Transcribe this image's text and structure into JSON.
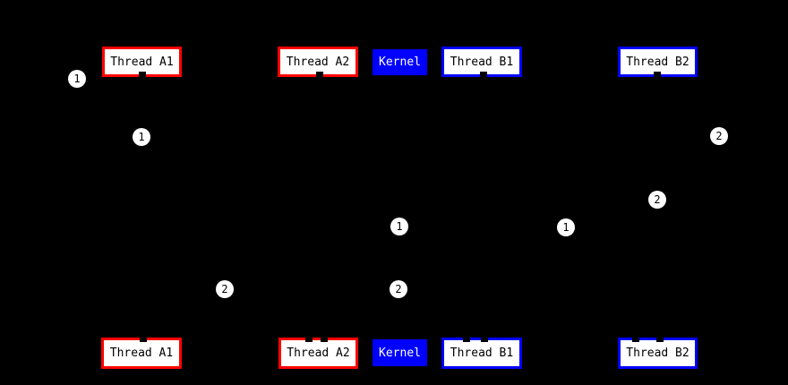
{
  "diagram": {
    "background_color": "#000000",
    "nodes": {
      "thread_a1": {
        "label": "Thread A1",
        "accent_color": "#ff0000"
      },
      "thread_a2": {
        "label": "Thread A2",
        "accent_color": "#ff0000"
      },
      "kernel": {
        "label": "Kernel",
        "accent_color": "#0000ff"
      },
      "thread_b1": {
        "label": "Thread B1",
        "accent_color": "#0000ff"
      },
      "thread_b2": {
        "label": "Thread B2",
        "accent_color": "#0000ff"
      }
    },
    "markers": [
      {
        "label": "1"
      },
      {
        "label": "1"
      },
      {
        "label": "2"
      },
      {
        "label": "2"
      },
      {
        "label": "1"
      },
      {
        "label": "1"
      },
      {
        "label": "2"
      },
      {
        "label": "2"
      }
    ],
    "colors": {
      "node_fill": "#ffffff",
      "node_text": "#000000",
      "kernel_fill": "#0000ff",
      "kernel_text": "#ffffff",
      "marker_fill": "#ffffff",
      "marker_text": "#000000"
    }
  }
}
